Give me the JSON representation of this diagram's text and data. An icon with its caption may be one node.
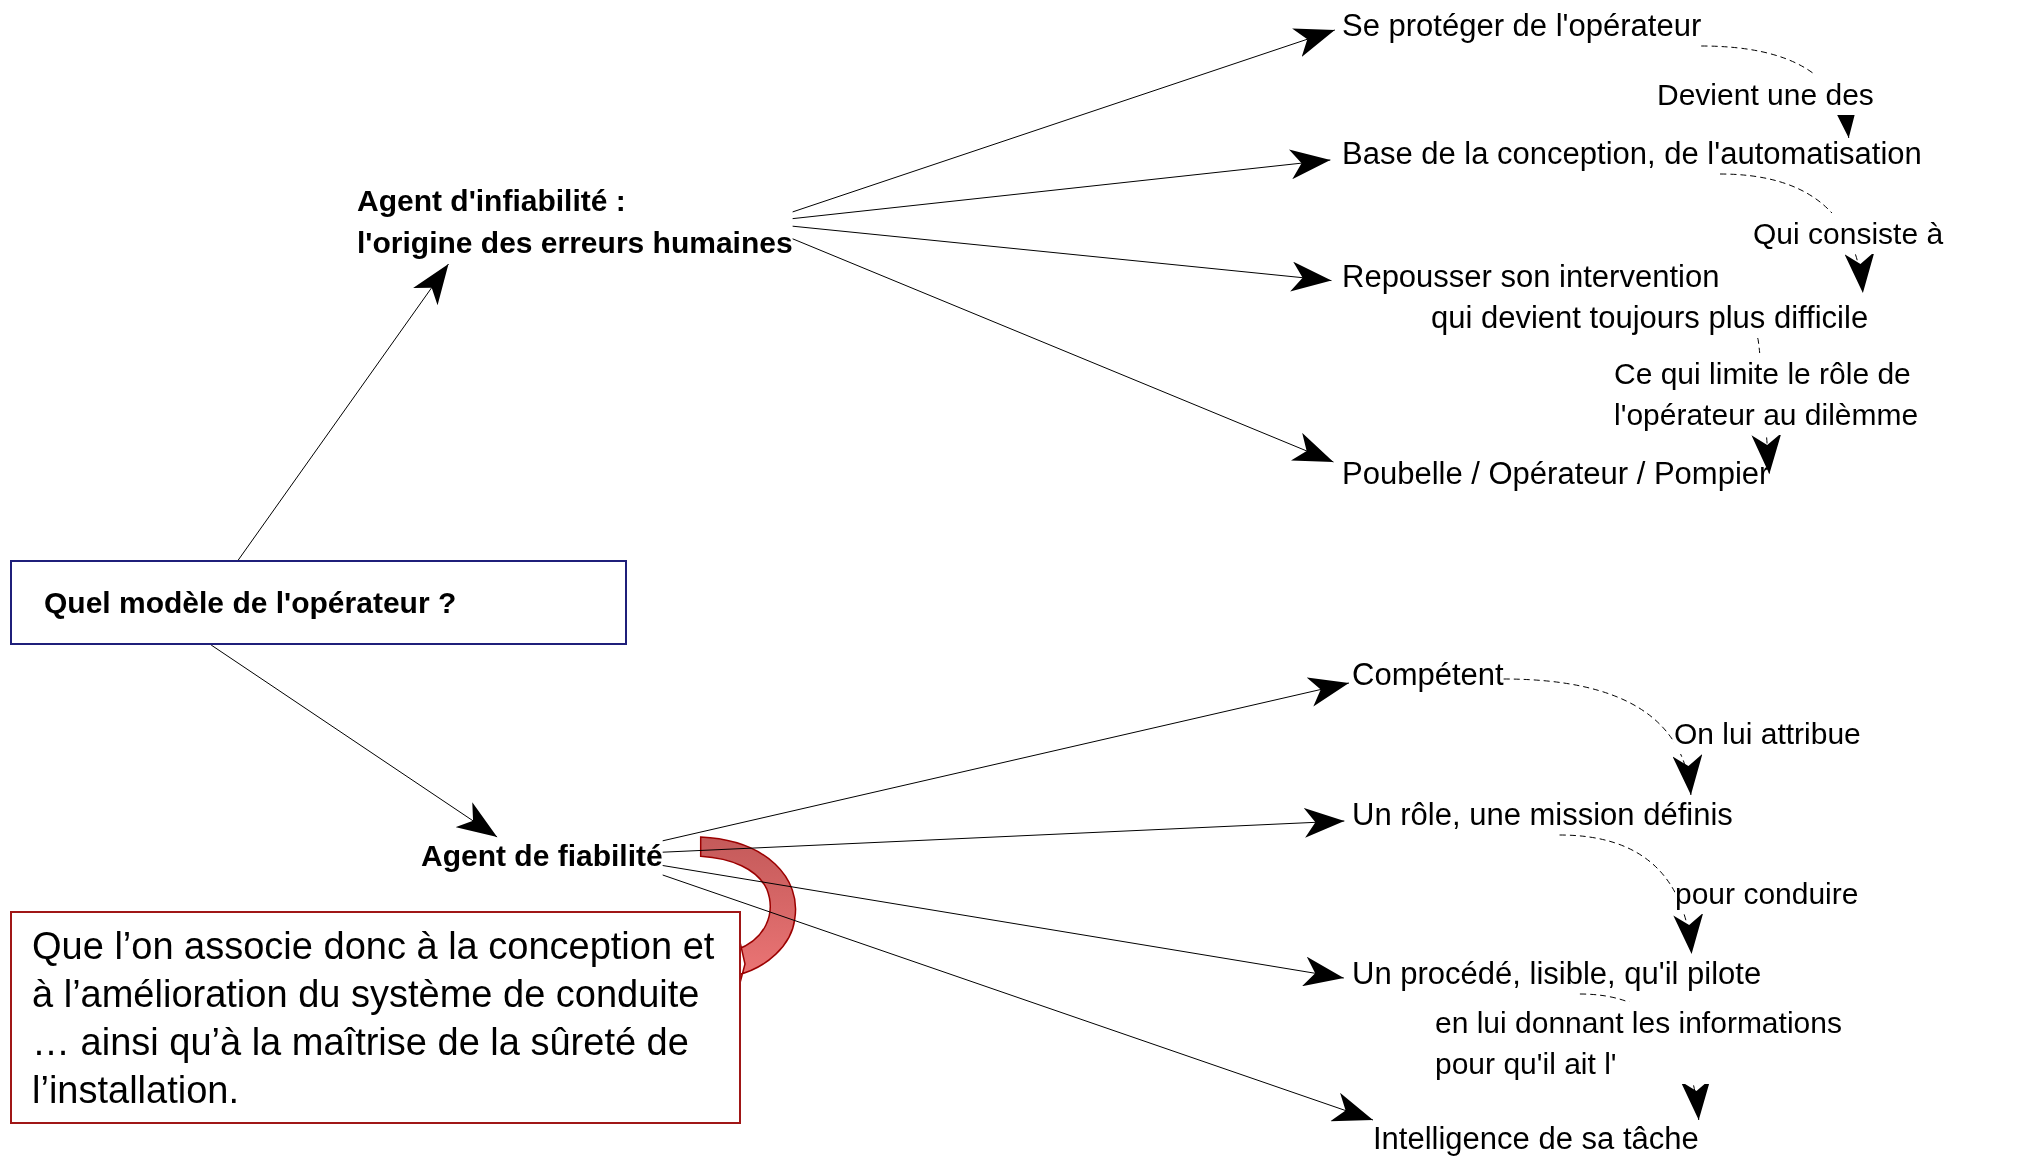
{
  "diagram": {
    "nodes": [
      {
        "text": [
          "Quel modèle de l'opérateur ?"
        ]
      },
      {
        "text": [
          "Agent d'infiabilité :",
          "l'origine des erreurs humaines"
        ]
      },
      {
        "text": [
          "Se protéger de l'opérateur"
        ]
      },
      {
        "text": [
          "Base de la conception, de l'automatisation"
        ]
      },
      {
        "text": [
          "Repousser son intervention",
          "qui devient toujours plus difficile"
        ]
      },
      {
        "text": [
          "Poubelle / Opérateur / Pompier"
        ]
      },
      {
        "text": [
          "Agent de fiabilité"
        ]
      },
      {
        "text": [
          "Que l’on associe donc à la conception et à l’amélioration du système de conduite … ainsi qu’à la maîtrise de la sûreté de l’installation."
        ]
      },
      {
        "text": [
          "Compétent"
        ]
      },
      {
        "text": [
          "Un rôle, une mission définis"
        ]
      },
      {
        "text": [
          "Un procédé, lisible, qu'il pilote"
        ]
      },
      {
        "text": [
          "Intelligence de sa tâche"
        ]
      }
    ],
    "edges": [
      {
        "from": 0,
        "to": 1,
        "arrow": "to"
      },
      {
        "from": 0,
        "to": 6,
        "arrow": "to"
      },
      {
        "from": 1,
        "to": 2,
        "arrow": "to"
      },
      {
        "from": 1,
        "to": 3,
        "arrow": "to"
      },
      {
        "from": 1,
        "to": 4,
        "arrow": "to"
      },
      {
        "from": 1,
        "to": 5,
        "arrow": "to"
      },
      {
        "from": 6,
        "to": 7,
        "arrow": "to",
        "style": "thick",
        "color": "#f07878"
      },
      {
        "from": 6,
        "to": 8,
        "arrow": "to"
      },
      {
        "from": 6,
        "to": 9,
        "arrow": "to"
      },
      {
        "from": 6,
        "to": 10,
        "arrow": "to"
      },
      {
        "from": 6,
        "to": 11,
        "arrow": "to"
      },
      {
        "from": 2,
        "to": 3,
        "arrow": "to",
        "label": "Devient une des",
        "style": "dashed"
      },
      {
        "from": 3,
        "to": 4,
        "arrow": "to",
        "label": "Qui consiste à",
        "style": "dashed"
      },
      {
        "from": 4,
        "to": 5,
        "arrow": "to",
        "label": "Ce qui limite le rôle de l'opérateur au dilèmme",
        "style": "dashed"
      },
      {
        "from": 8,
        "to": 9,
        "arrow": "to",
        "label": "On lui attribue",
        "style": "dashed"
      },
      {
        "from": 9,
        "to": 10,
        "arrow": "to",
        "label": "pour conduire",
        "style": "dashed"
      },
      {
        "from": 10,
        "to": 11,
        "arrow": "to",
        "label": "en lui donnant les informations pour qu'il ait l'",
        "style": "dashed"
      }
    ]
  }
}
